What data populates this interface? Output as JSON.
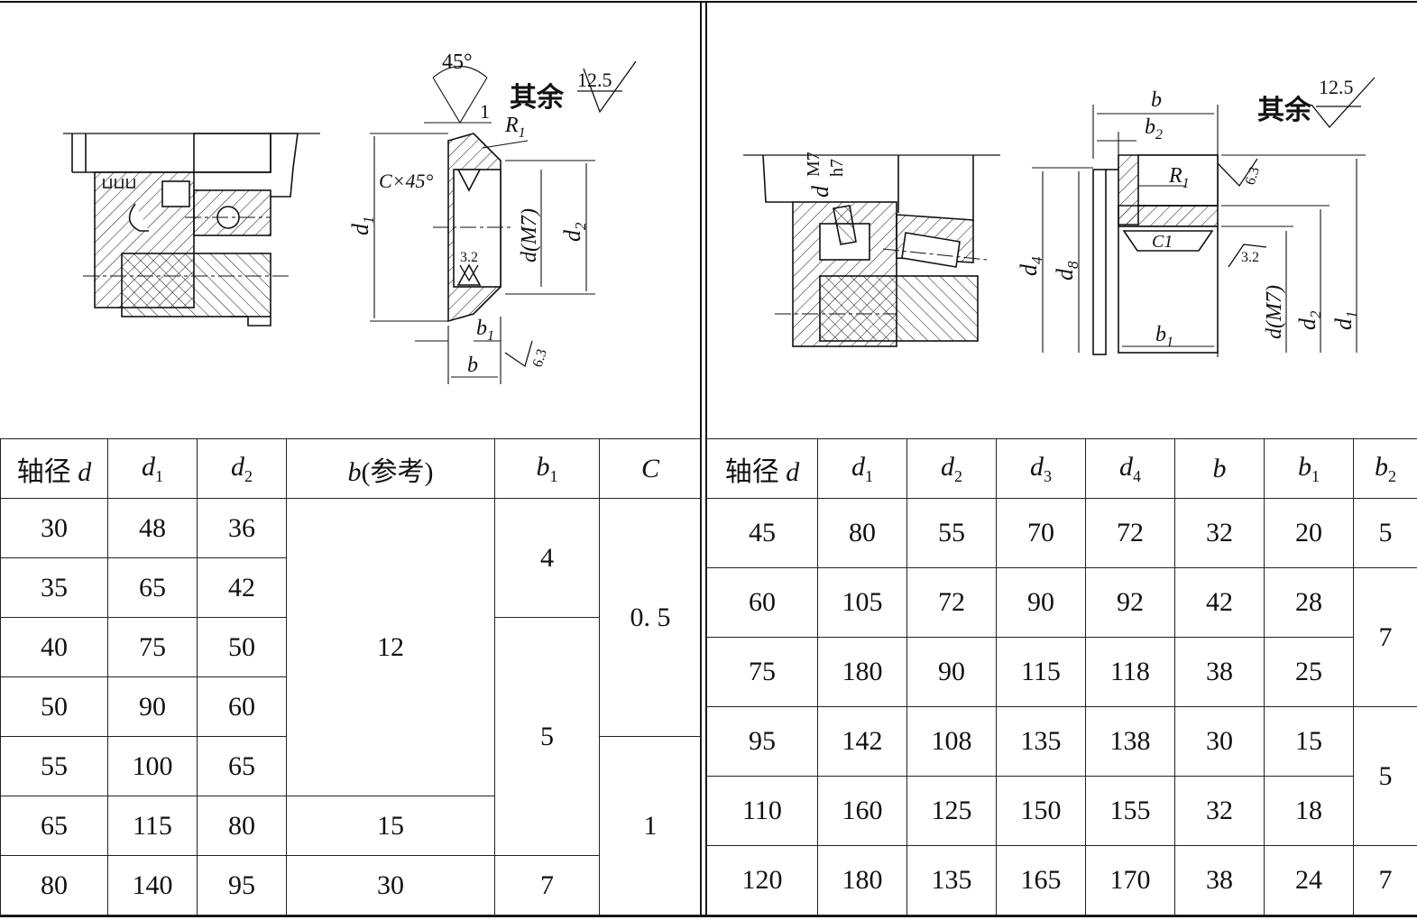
{
  "left": {
    "figure": {
      "angle": "45°",
      "gap": "1",
      "r1": "R",
      "r1_sub": "1",
      "chamfer": "C×45°",
      "d1": "d",
      "d1_sub": "1",
      "d_fit": "d(M7)",
      "d2": "d",
      "d2_sub": "2",
      "b1": "b",
      "b1_sub": "1",
      "b": "b",
      "rough_inner": "3.2",
      "rough_face": "6.3",
      "rest_label": "其余",
      "rest_rough": "12.5"
    },
    "headers": [
      {
        "main": "轴径 ",
        "ital": "d",
        "sub": ""
      },
      {
        "main": "",
        "ital": "d",
        "sub": "1"
      },
      {
        "main": "",
        "ital": "d",
        "sub": "2"
      },
      {
        "main": "",
        "ital": "b",
        "sub": "",
        "suffix": "(参考)"
      },
      {
        "main": "",
        "ital": "b",
        "sub": "1"
      },
      {
        "main": "",
        "ital": "C",
        "sub": ""
      }
    ],
    "rows": [
      {
        "d": "30",
        "d1": "48",
        "d2": "36"
      },
      {
        "d": "35",
        "d1": "65",
        "d2": "42"
      },
      {
        "d": "40",
        "d1": "75",
        "d2": "50"
      },
      {
        "d": "50",
        "d1": "90",
        "d2": "60"
      },
      {
        "d": "55",
        "d1": "100",
        "d2": "65"
      },
      {
        "d": "65",
        "d1": "115",
        "d2": "80"
      },
      {
        "d": "80",
        "d1": "140",
        "d2": "95"
      }
    ],
    "b_groups": [
      "12",
      "15",
      "30"
    ],
    "b1_groups": [
      "4",
      "5",
      "7"
    ],
    "c_groups": [
      "0. 5",
      "1"
    ]
  },
  "right": {
    "figure": {
      "fit_d": "d",
      "fit_num": "M7",
      "fit_den": "h7",
      "b": "b",
      "b2": "b",
      "b2_sub": "2",
      "r1": "R",
      "r1_sub": "1",
      "c1": "C1",
      "d4": "d",
      "d4_sub": "4",
      "d8": "d",
      "d8_sub": "8",
      "d_fit": "d(M7)",
      "d2": "d",
      "d2_sub": "2",
      "d1": "d",
      "d1_sub": "1",
      "b1": "b",
      "b1_sub": "1",
      "rough_face": "6.3",
      "rough_inner": "3.2",
      "rest_label": "其余",
      "rest_rough": "12.5"
    },
    "headers": [
      {
        "main": "轴径 ",
        "ital": "d",
        "sub": ""
      },
      {
        "main": "",
        "ital": "d",
        "sub": "1"
      },
      {
        "main": "",
        "ital": "d",
        "sub": "2"
      },
      {
        "main": "",
        "ital": "d",
        "sub": "3"
      },
      {
        "main": "",
        "ital": "d",
        "sub": "4"
      },
      {
        "main": "",
        "ital": "b",
        "sub": ""
      },
      {
        "main": "",
        "ital": "b",
        "sub": "1"
      },
      {
        "main": "",
        "ital": "b",
        "sub": "2"
      }
    ],
    "rows": [
      {
        "d": "45",
        "d1": "80",
        "d2": "55",
        "d3": "70",
        "d4": "72",
        "b": "32",
        "b1": "20"
      },
      {
        "d": "60",
        "d1": "105",
        "d2": "72",
        "d3": "90",
        "d4": "92",
        "b": "42",
        "b1": "28"
      },
      {
        "d": "75",
        "d1": "180",
        "d2": "90",
        "d3": "115",
        "d4": "118",
        "b": "38",
        "b1": "25"
      },
      {
        "d": "95",
        "d1": "142",
        "d2": "108",
        "d3": "135",
        "d4": "138",
        "b": "30",
        "b1": "15"
      },
      {
        "d": "110",
        "d1": "160",
        "d2": "125",
        "d3": "150",
        "d4": "155",
        "b": "32",
        "b1": "18"
      },
      {
        "d": "120",
        "d1": "180",
        "d2": "135",
        "d3": "165",
        "d4": "170",
        "b": "38",
        "b1": "24"
      }
    ],
    "b2_groups": [
      "5",
      "7",
      "5",
      "7"
    ]
  }
}
